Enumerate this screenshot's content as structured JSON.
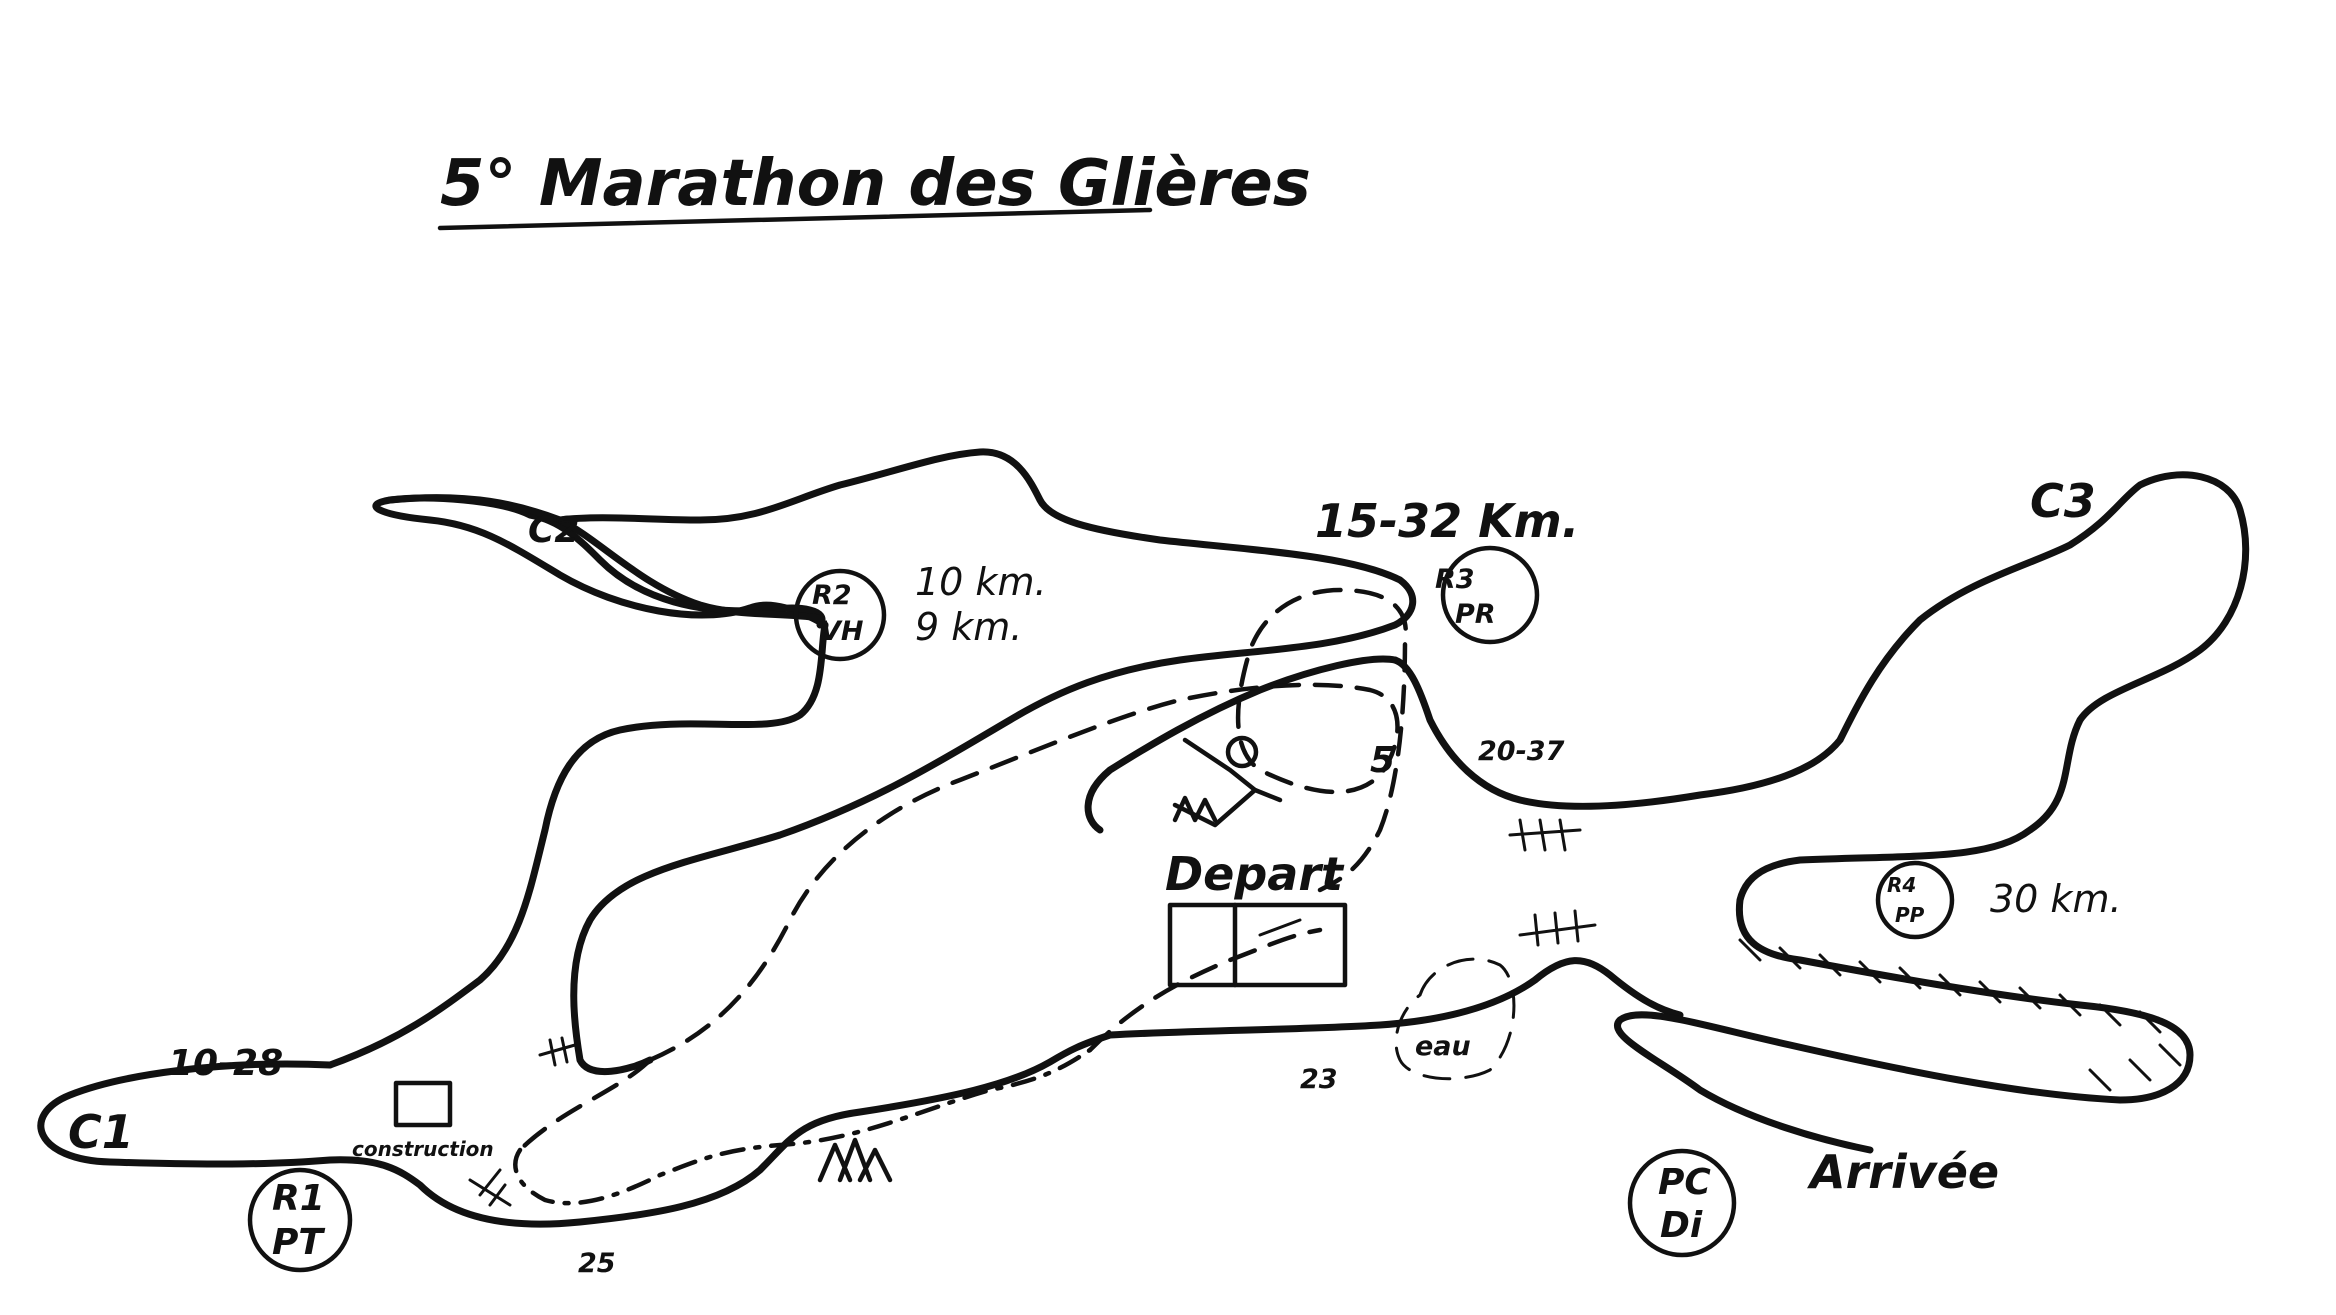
{
  "title": "5° Marathon des Glières",
  "zones": {
    "c1": "C1",
    "c2": "C2",
    "c3": "C3"
  },
  "refreshments": {
    "r1": {
      "code": "R1",
      "sub": "PT"
    },
    "r2": {
      "code": "R2",
      "sub": "VH"
    },
    "r3": {
      "code": "R3",
      "sub": "PR"
    },
    "r4": {
      "code": "R4",
      "sub": "PP"
    }
  },
  "control": {
    "code": "PC",
    "sub": "Di"
  },
  "distances": {
    "r2": [
      "10 km.",
      "9 km."
    ],
    "r3_km": "15-32 Km.",
    "r4": "30 km.",
    "c1_marker": "10-28",
    "loop_5": "5",
    "marker_20_37": "20-37",
    "marker_23": "23",
    "marker_25": "25"
  },
  "places": {
    "depart": "Depart",
    "arrivee": "Arrivée",
    "eau": "eau",
    "construction": "construction"
  },
  "icons": [
    "trees-icon",
    "skier-icon",
    "fence-icon",
    "building-icon"
  ]
}
